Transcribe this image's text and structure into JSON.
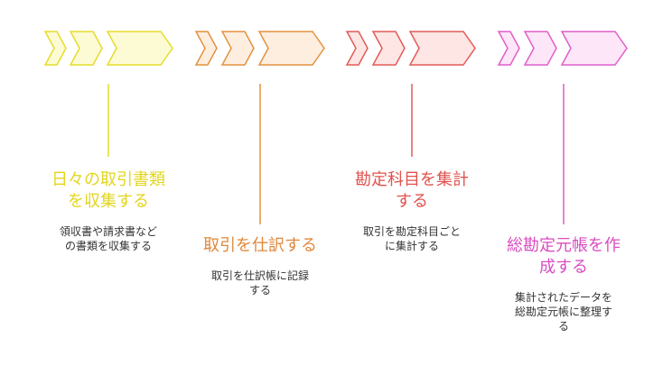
{
  "colors": {
    "yellow": {
      "stroke": "#e5dc2b",
      "fill": "#fdfbd3",
      "text": "#e3d51d"
    },
    "orange": {
      "stroke": "#e3923f",
      "fill": "#fdeedf",
      "text": "#e0883a"
    },
    "red": {
      "stroke": "#e25b58",
      "fill": "#fde6e4",
      "text": "#e0524e"
    },
    "pink": {
      "stroke": "#df5fcb",
      "fill": "#fde6f7",
      "text": "#d84dc2"
    }
  },
  "steps": [
    {
      "title": "日々の取引書類\nを収集する",
      "description": "領収書や請求書など\nの書類を収集する",
      "color": "yellow"
    },
    {
      "title": "取引を仕訳する",
      "description": "取引を仕訳帳に記録\nする",
      "color": "orange"
    },
    {
      "title": "勘定科目を集計\nする",
      "description": "取引を勘定科目ごと\nに集計する",
      "color": "red"
    },
    {
      "title": "総勘定元帳を作\n成する",
      "description": "集計されたデータを\n総勘定元帳に整理す\nる",
      "color": "pink"
    }
  ]
}
